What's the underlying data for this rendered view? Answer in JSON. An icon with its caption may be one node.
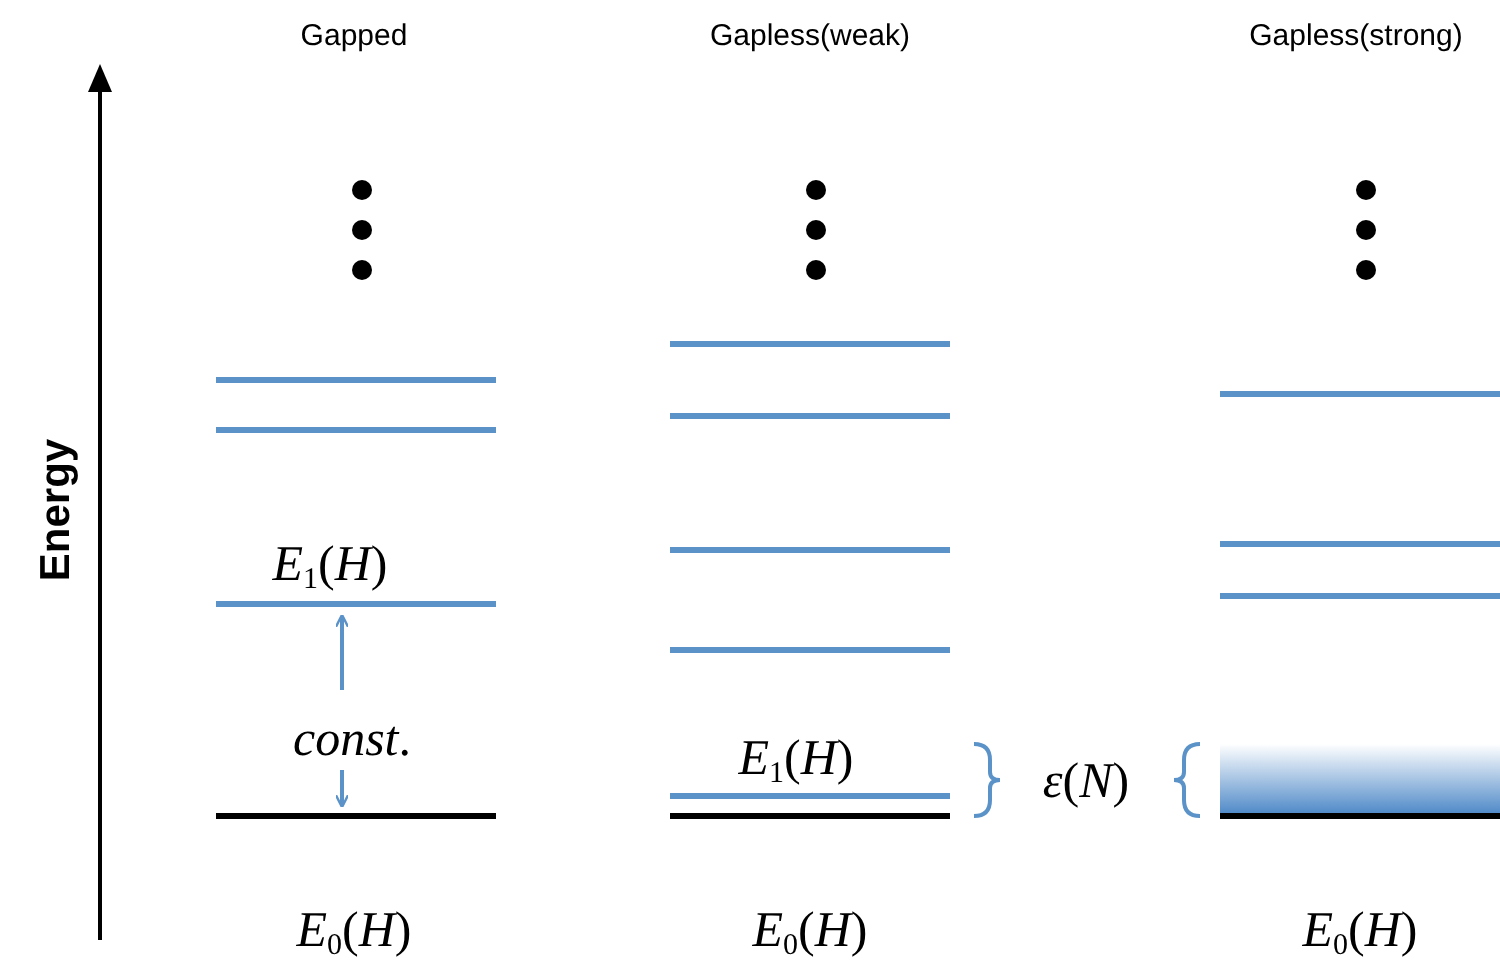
{
  "diagram": {
    "labels": [
      "Gapped",
      "Gapless(weak)",
      "Gapless(strong)",
      "Energy",
      "*E*$_{1}$(*H*)",
      "*const*.",
      "*E*$_{1}$(*H*)",
      "*ε*(*N*)",
      "*E*$_{0}$(*H*)",
      "*E*$_{0}$(*H*)",
      "*E*$_{0}$(*H*)"
    ]
  }
}
